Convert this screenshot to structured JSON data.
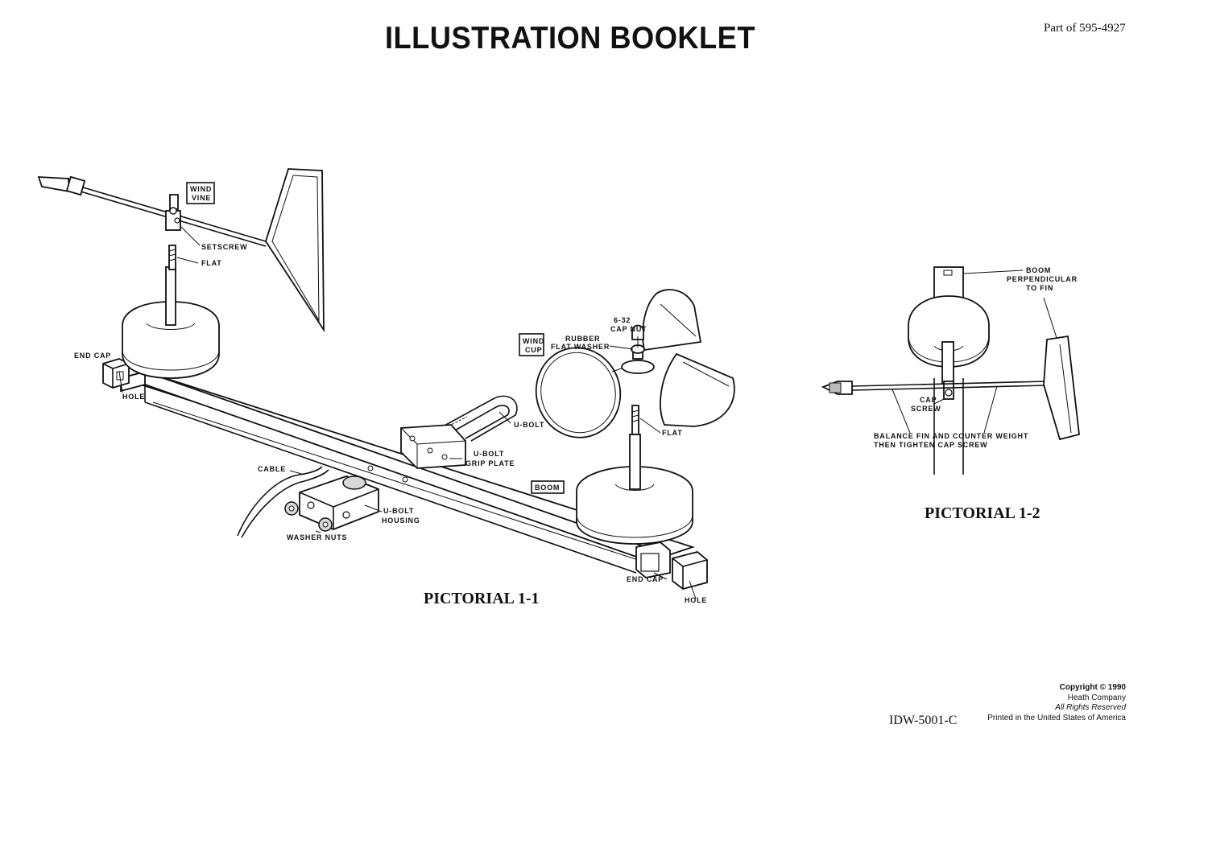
{
  "header": {
    "title": "ILLUSTRATION BOOKLET",
    "part_number": "Part of 595-4927"
  },
  "pictorial_1_1": {
    "caption": "PICTORIAL 1-1",
    "labels": {
      "wind_vine_1": "WIND",
      "wind_vine_2": "VINE",
      "setscrew": "SETSCREW",
      "flat_top": "FLAT",
      "end_cap_left": "END CAP",
      "hole_left": "HOLE",
      "cap_nut_1": "6-32",
      "cap_nut_2": "CAP NUT",
      "rubber_1": "RUBBER",
      "rubber_2": "FLAT WASHER",
      "wind_cup_1": "WIND",
      "wind_cup_2": "CUP",
      "u_bolt": "U-BOLT",
      "flat_right": "FLAT",
      "grip_plate_1": "U-BOLT",
      "grip_plate_2": "GRIP PLATE",
      "cable": "CABLE",
      "boom": "BOOM",
      "housing_1": "U-BOLT",
      "housing_2": "HOUSING",
      "washer_nuts": "WASHER NUTS",
      "end_cap_right": "END CAP",
      "hole_right": "HOLE"
    }
  },
  "pictorial_1_2": {
    "caption": "PICTORIAL 1-2",
    "labels": {
      "boom_perp_1": "BOOM",
      "boom_perp_2": "PERPENDICULAR",
      "boom_perp_3": "TO FIN",
      "cap_screw_1": "CAP",
      "cap_screw_2": "SCREW",
      "balance_1": "BALANCE FIN AND COUNTER WEIGHT",
      "balance_2": "THEN TIGHTEN CAP SCREW"
    }
  },
  "footer": {
    "doc_code": "IDW-5001-C",
    "copyright": "Copyright © 1990",
    "company": "Heath Company",
    "rights": "All Rights Reserved",
    "printed": "Printed in the United States of America"
  }
}
